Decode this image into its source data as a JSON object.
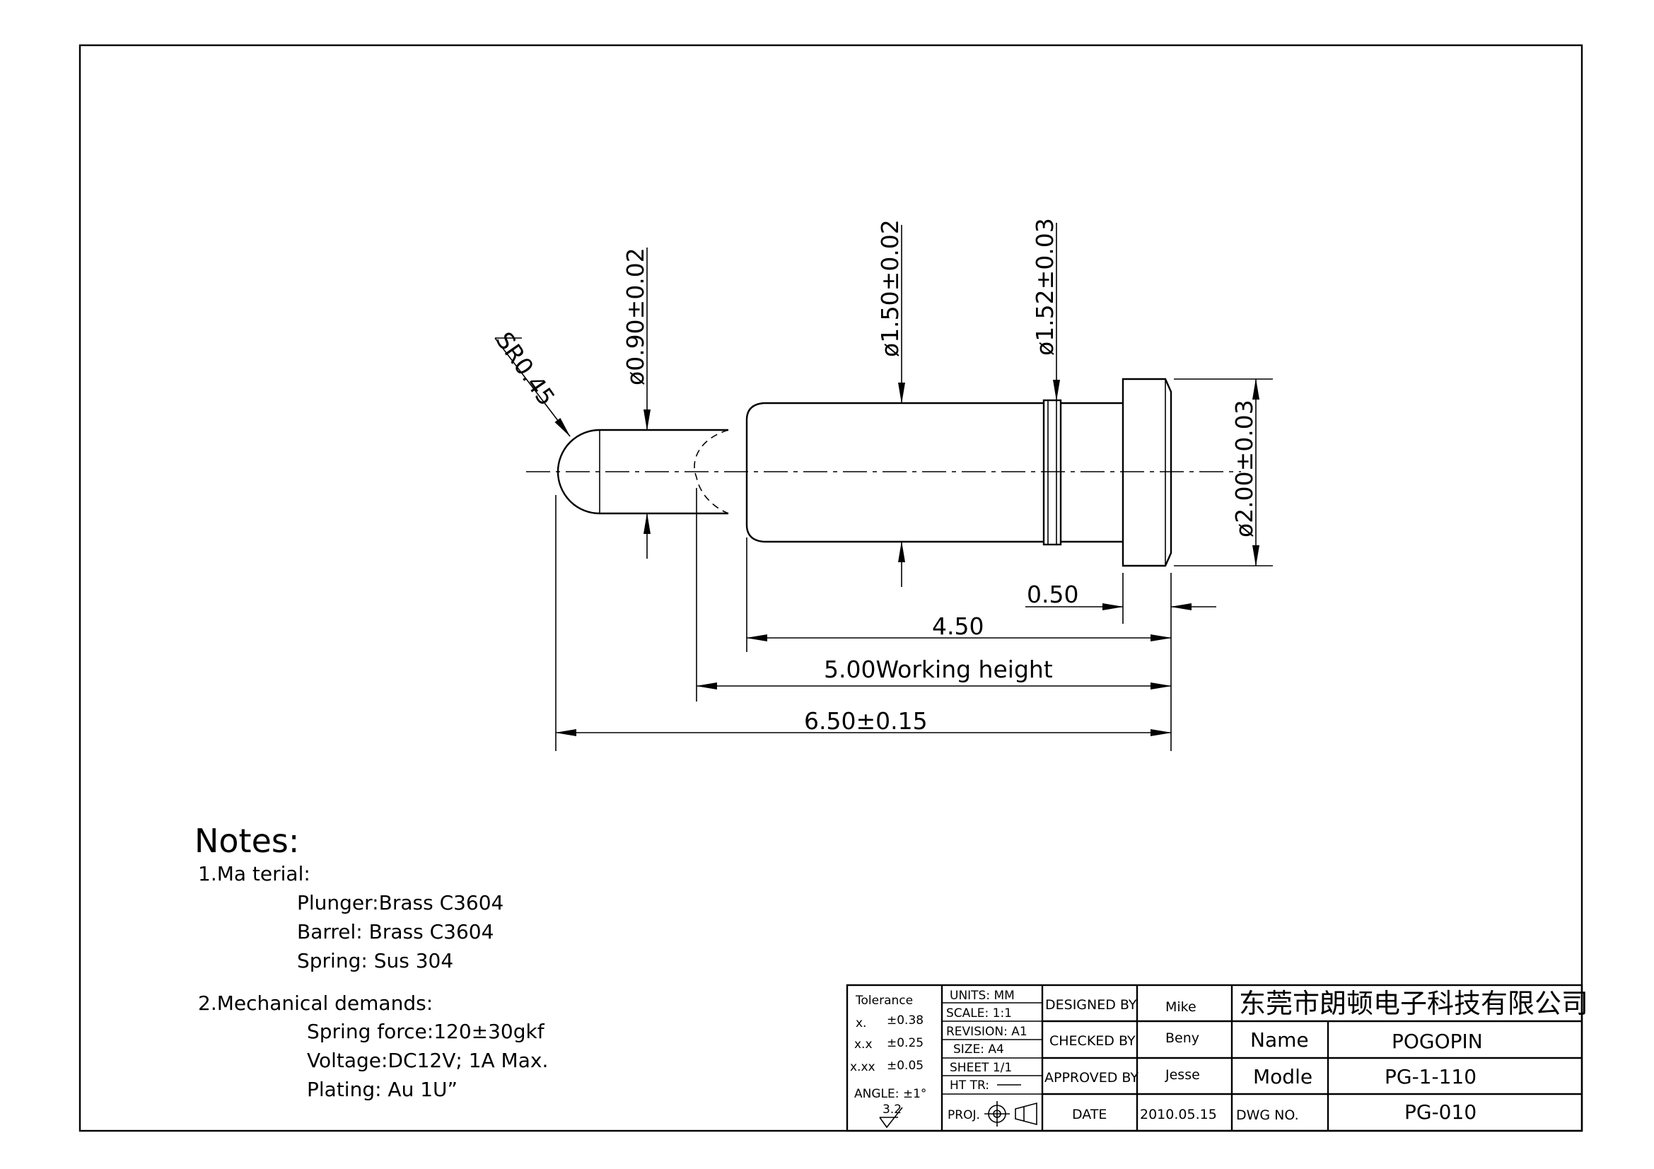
{
  "dimensions": {
    "sr": "SR0.45",
    "d_tip": "ø0.90±0.02",
    "d_barrel": "ø1.50±0.02",
    "d_ring": "ø1.52±0.03",
    "d_flange": "ø2.00±0.03",
    "flange_thk": "0.50",
    "barrel_len": "4.50",
    "working": "5.00Working height",
    "total": "6.50±0.15"
  },
  "notes": {
    "heading": "Notes:",
    "material_title": "1.Ma terial:",
    "plunger": "Plunger:Brass C3604",
    "barrel": "Barrel: Brass C3604",
    "spring": "Spring: Sus 304",
    "mech_title": "2.Mechanical demands:",
    "force": "Spring force:120±30gkf",
    "voltage": "Voltage:DC12V; 1A Max.",
    "plating": "Plating: Au 1U”"
  },
  "title_block": {
    "tolerance": "Tolerance",
    "tol1_k": "x.",
    "tol1_v": "±0.38",
    "tol2_k": "x.x",
    "tol2_v": "±0.25",
    "tol3_k": "x.xx",
    "tol3_v": "±0.05",
    "angle": "ANGLE: ±1°",
    "rough": "3.2",
    "units": "UNITS:  MM",
    "scale": "SCALE:  1:1",
    "revision": "REVISION:  A1",
    "size": "SIZE:   A4",
    "sheet": "SHEET  1/1",
    "httr": "HT TR:",
    "proj": "PROJ.",
    "designed_by": "DESIGNED BY",
    "checked_by": "CHECKED BY",
    "approved_by": "APPROVED BY",
    "date_label": "DATE",
    "designer": "Mike",
    "checker": "Beny",
    "approver": "Jesse",
    "date": "2010.05.15",
    "company": "东莞市朗顿电子科技有限公司",
    "name_label": "Name",
    "name": "POGOPIN",
    "model_label": "Modle",
    "model": "PG-1-110",
    "dwg_label": "DWG NO.",
    "dwg_no": "PG-010"
  }
}
